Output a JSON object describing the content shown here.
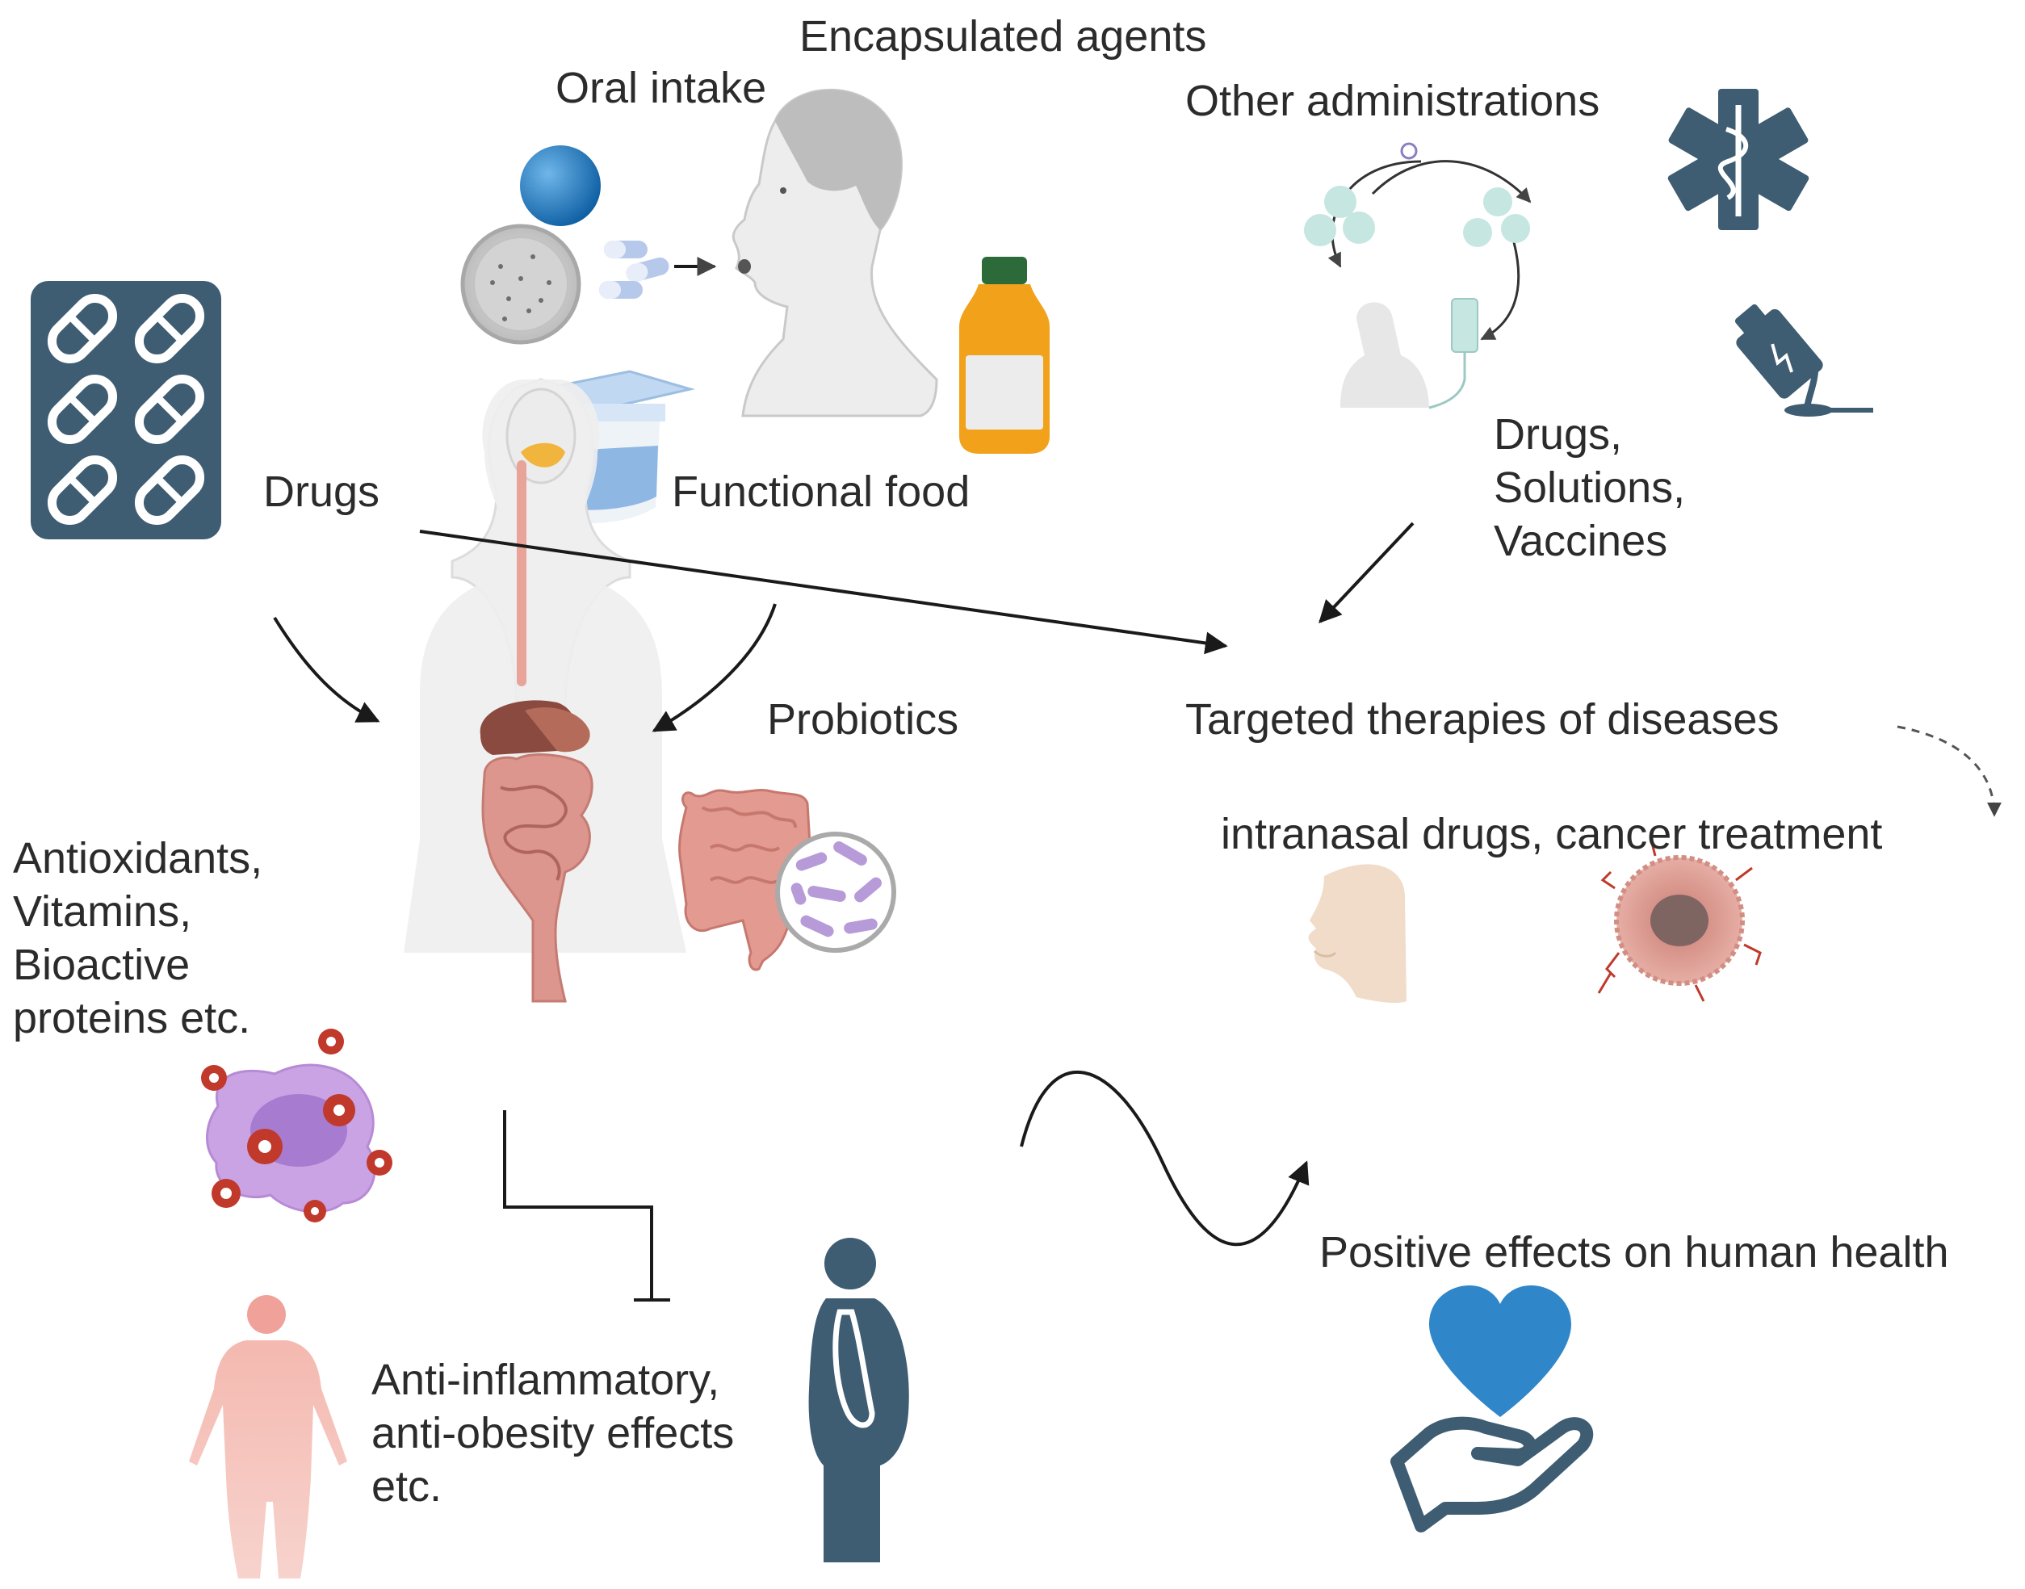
{
  "labels": {
    "encapsulated": "Encapsulated agents",
    "oral_intake": "Oral intake",
    "other_admin": "Other administrations",
    "drugs": "Drugs",
    "functional_food": "Functional food",
    "drugs_solutions_vaccines": [
      "Drugs,",
      "Solutions,",
      "Vaccines"
    ],
    "probiotics": "Probiotics",
    "targeted": "Targeted therapies of diseases",
    "intranasal": "intranasal drugs, cancer treatment",
    "antioxidants": [
      "Antioxidants,",
      "Vitamins,",
      "Bioactive",
      "proteins etc."
    ],
    "anti_inflammatory": [
      "Anti-inflammatory,",
      "anti-obesity effects",
      "etc."
    ],
    "positive": "Positive effects on human health"
  },
  "colors": {
    "navy": "#3e5c72",
    "text": "#2b2b2b",
    "blue_sphere": "#1e7cc4",
    "heart": "#2f86c9",
    "intestine": "#d98b86",
    "bacteria": "#b79ad8",
    "cell_purple": "#c9a3e3",
    "virus_red": "#c0392b",
    "skin": "#f1dcc9",
    "body_red": "#f0a29a"
  },
  "icons": [
    "pill-pack-icon",
    "blue-sphere-icon",
    "petri-dish-icon",
    "capsules-icon",
    "human-head-icon",
    "juice-bottle-icon",
    "yogurt-cup-icon",
    "medical-star-icon",
    "iv-cycle-icon",
    "medicine-bottle-icon",
    "digestive-system-icon",
    "intestine-icon",
    "bacteria-zoom-icon",
    "nose-profile-icon",
    "cancer-cell-icon",
    "inflamed-cell-icon",
    "human-body-icon",
    "obese-person-icon",
    "heart-hand-icon"
  ]
}
